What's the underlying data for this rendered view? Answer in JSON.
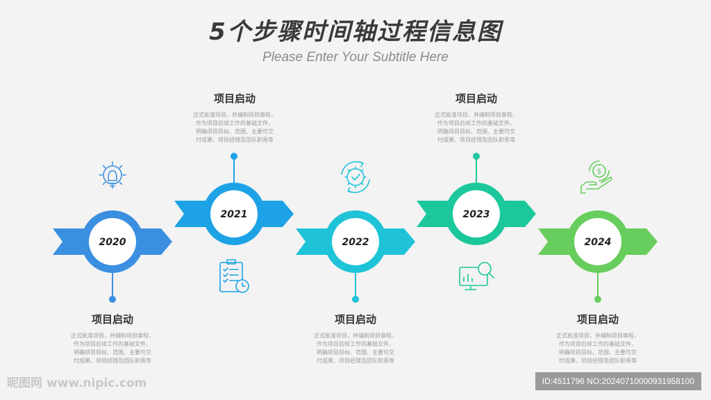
{
  "header": {
    "title": "5个步骤时间轴过程信息图",
    "subtitle": "Please Enter Your Subtitle Here"
  },
  "steps": [
    {
      "year": "2020",
      "color": "#3a8fe0",
      "heading": "项目启动",
      "text_pos": "bottom",
      "icon": "lightbulb-gear-icon",
      "lines": [
        "正式批准项目，并编制项目章程，",
        "作为项目后续工作的基础文件，",
        "明确项目目标、范围、主要可交",
        "付成果、项目经理及团队职责等"
      ]
    },
    {
      "year": "2021",
      "color": "#1da2e6",
      "heading": "项目启动",
      "text_pos": "top",
      "icon": "checklist-clock-icon",
      "lines": [
        "正式批准项目，并编制项目章程，",
        "作为项目后续工作的基础文件，",
        "明确项目目标、范围、主要可交",
        "付成果、项目经理及团队职责等"
      ]
    },
    {
      "year": "2022",
      "color": "#1ec3d8",
      "heading": "项目启动",
      "text_pos": "bottom",
      "icon": "gear-check-cycle-icon",
      "lines": [
        "正式批准项目，并编制项目章程，",
        "作为项目后续工作的基础文件，",
        "明确项目目标、范围、主要可交",
        "付成果、项目经理及团队职责等"
      ]
    },
    {
      "year": "2023",
      "color": "#1cc89b",
      "heading": "项目启动",
      "text_pos": "top",
      "icon": "monitor-analytics-icon",
      "lines": [
        "正式批准项目，并编制项目章程，",
        "作为项目后续工作的基础文件，",
        "明确项目目标、范围、主要可交",
        "付成果、项目经理及团队职责等"
      ]
    },
    {
      "year": "2024",
      "color": "#67cd5c",
      "heading": "项目启动",
      "text_pos": "bottom",
      "icon": "hand-money-icon",
      "lines": [
        "正式批准项目，并编制项目章程，",
        "作为项目后续工作的基础文件，",
        "明确项目目标、范围、主要可交",
        "付成果、项目经理及团队职责等"
      ]
    }
  ],
  "watermark": {
    "left": "昵图网 www.nipic.com",
    "right": "ID:4511796 NO:20240710000931958100"
  }
}
